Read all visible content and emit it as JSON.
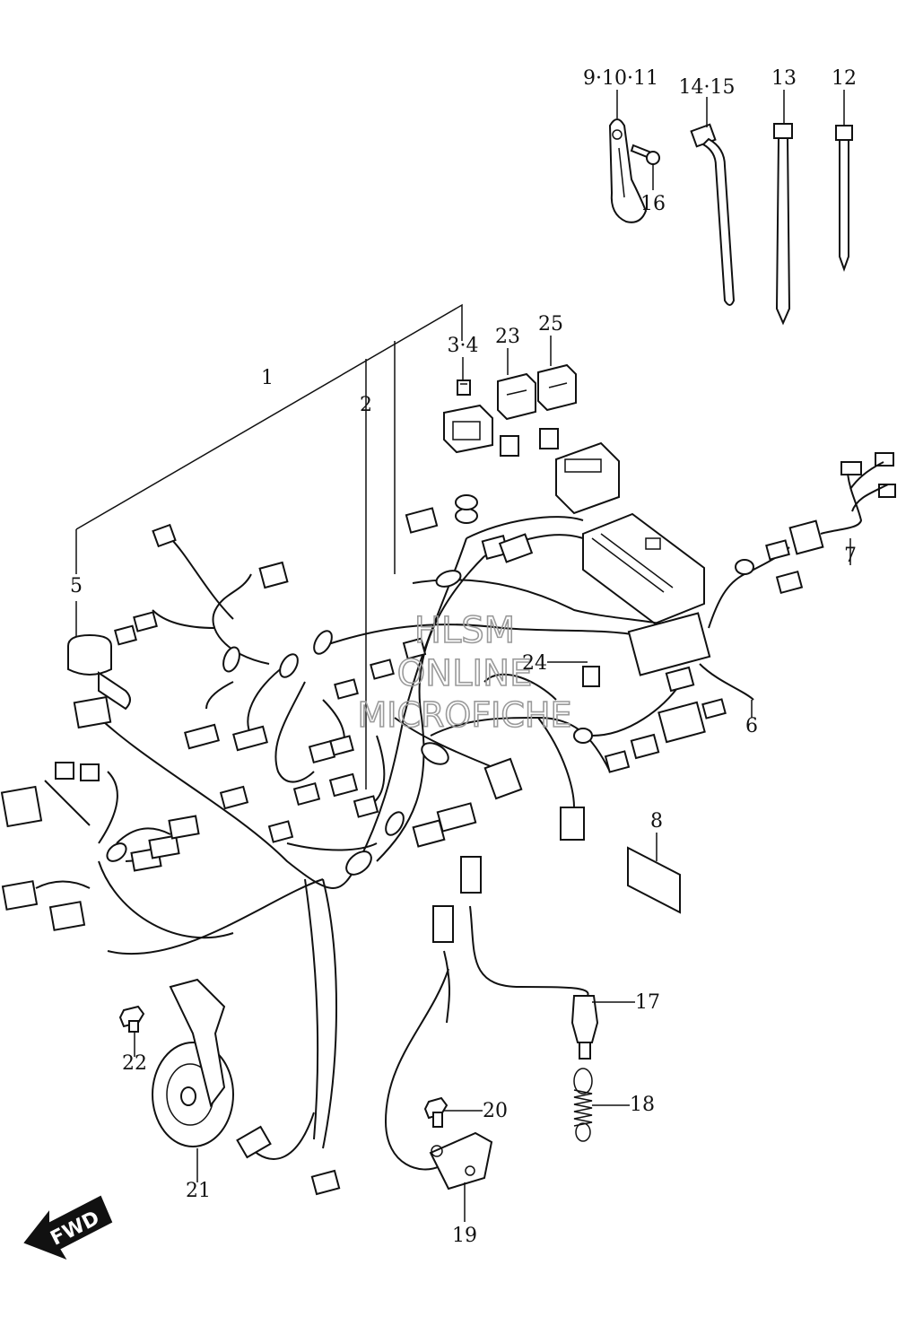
{
  "callouts": [
    {
      "name": "callout-9-10-11",
      "text": "9·10·11"
    },
    {
      "name": "callout-14-15",
      "text": "14·15"
    },
    {
      "name": "callout-13",
      "text": "13"
    },
    {
      "name": "callout-12",
      "text": "12"
    },
    {
      "name": "callout-16",
      "text": "16"
    },
    {
      "name": "callout-3-4",
      "text": "3·4"
    },
    {
      "name": "callout-23",
      "text": "23"
    },
    {
      "name": "callout-25",
      "text": "25"
    },
    {
      "name": "callout-1",
      "text": "1"
    },
    {
      "name": "callout-2",
      "text": "2"
    },
    {
      "name": "callout-5",
      "text": "5"
    },
    {
      "name": "callout-7",
      "text": "7"
    },
    {
      "name": "callout-24",
      "text": "24"
    },
    {
      "name": "callout-6",
      "text": "6"
    },
    {
      "name": "callout-8",
      "text": "8"
    },
    {
      "name": "callout-17",
      "text": "17"
    },
    {
      "name": "callout-18",
      "text": "18"
    },
    {
      "name": "callout-20",
      "text": "20"
    },
    {
      "name": "callout-22",
      "text": "22"
    },
    {
      "name": "callout-21",
      "text": "21"
    },
    {
      "name": "callout-19",
      "text": "19"
    }
  ],
  "watermark": {
    "line1": "HLSM",
    "line2": "ONLINE",
    "line3": "MICROFICHE"
  },
  "fwd_badge": {
    "text": "FWD"
  }
}
